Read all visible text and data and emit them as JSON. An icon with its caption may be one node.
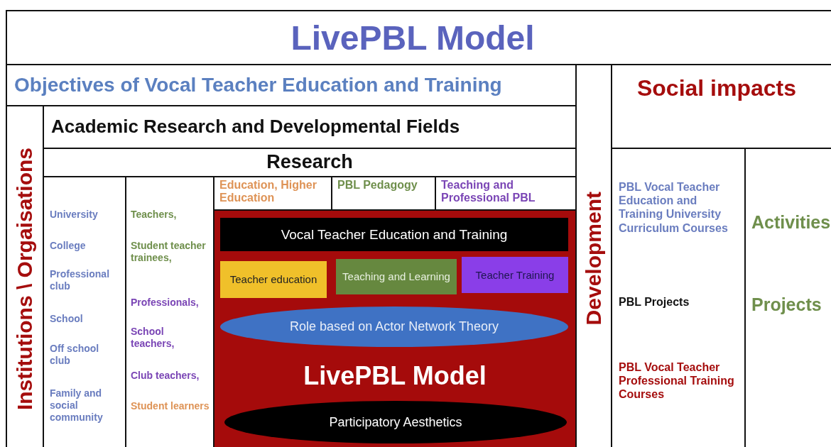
{
  "diagram": {
    "title": "LivePBL Model",
    "nodes": [
      {
        "text": [
          "Objectives of Vocal Teacher Education and Training"
        ]
      },
      {
        "text": [
          "Institutions \\ Orgaisations"
        ]
      },
      {
        "text": [
          "Academic Research and Developmental Fields"
        ]
      },
      {
        "text": [
          "Research"
        ]
      },
      {
        "text": [
          "University",
          "College",
          "Professional club",
          "School",
          "Off school club",
          "Family and social community"
        ]
      },
      {
        "text": [
          "Teachers,",
          "Student teacher trainees,",
          "Professionals,",
          "School teachers,",
          "Club teachers,",
          "Student learners"
        ]
      },
      {
        "text": [
          "Education, Higher Education"
        ]
      },
      {
        "text": [
          "PBL Pedagogy"
        ]
      },
      {
        "text": [
          "Teaching and Professional PBL"
        ]
      },
      {
        "text": [
          "LivePBL Model"
        ]
      },
      {
        "text": [
          "Vocal Teacher Education and Training"
        ],
        "in": 9
      },
      {
        "text": [
          "Teacher education"
        ],
        "in": 9
      },
      {
        "text": [
          "Teaching and Learning"
        ],
        "in": 9
      },
      {
        "text": [
          "Teacher Training"
        ],
        "in": 9
      },
      {
        "text": [
          "Role based on Actor Network Theory"
        ],
        "in": 9
      },
      {
        "text": [
          "Participatory Aesthetics"
        ],
        "in": 9
      },
      {
        "text": [
          "Development"
        ]
      },
      {
        "text": [
          "Social impacts"
        ]
      },
      {
        "text": [
          "PBL Vocal Teacher Education and Training University Curriculum Courses",
          "PBL Projects",
          "PBL Vocal Teacher Professional Training Courses"
        ]
      },
      {
        "text": [
          "Activities",
          "Projects"
        ]
      }
    ]
  }
}
